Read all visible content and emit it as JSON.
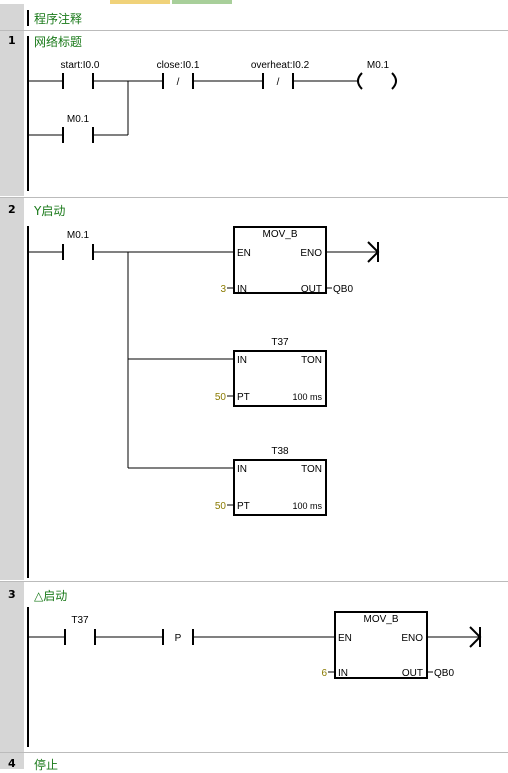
{
  "program_comment": "程序注释",
  "colors": {
    "comment": "#1a7a1a",
    "operand": "#8a7a00"
  },
  "networks": [
    {
      "number": "1",
      "title": "网络标题",
      "contacts": [
        {
          "label": "start:I0.0",
          "symbol": ""
        },
        {
          "label": "close:I0.1",
          "symbol": "/"
        },
        {
          "label": "overheat:I0.2",
          "symbol": "/"
        },
        {
          "label": "M0.1",
          "symbol": ""
        }
      ],
      "coil": {
        "label": "M0.1"
      }
    },
    {
      "number": "2",
      "title": "Y启动",
      "contact": {
        "label": "M0.1"
      },
      "mov_box": {
        "name": "MOV_B",
        "en": "EN",
        "eno": "ENO",
        "in": "IN",
        "out": "OUT",
        "in_value": "3",
        "out_value": "QB0"
      },
      "timers": [
        {
          "name": "T37",
          "in": "IN",
          "type": "TON",
          "pt": "PT",
          "pt_value": "50",
          "res": "100 ms"
        },
        {
          "name": "T38",
          "in": "IN",
          "type": "TON",
          "pt": "PT",
          "pt_value": "50",
          "res": "100 ms"
        }
      ]
    },
    {
      "number": "3",
      "title": "△启动",
      "contact": {
        "label": "T37"
      },
      "edge": {
        "symbol": "P"
      },
      "mov_box": {
        "name": "MOV_B",
        "en": "EN",
        "eno": "ENO",
        "in": "IN",
        "out": "OUT",
        "in_value": "6",
        "out_value": "QB0"
      }
    },
    {
      "number": "4",
      "title": "停止"
    }
  ]
}
